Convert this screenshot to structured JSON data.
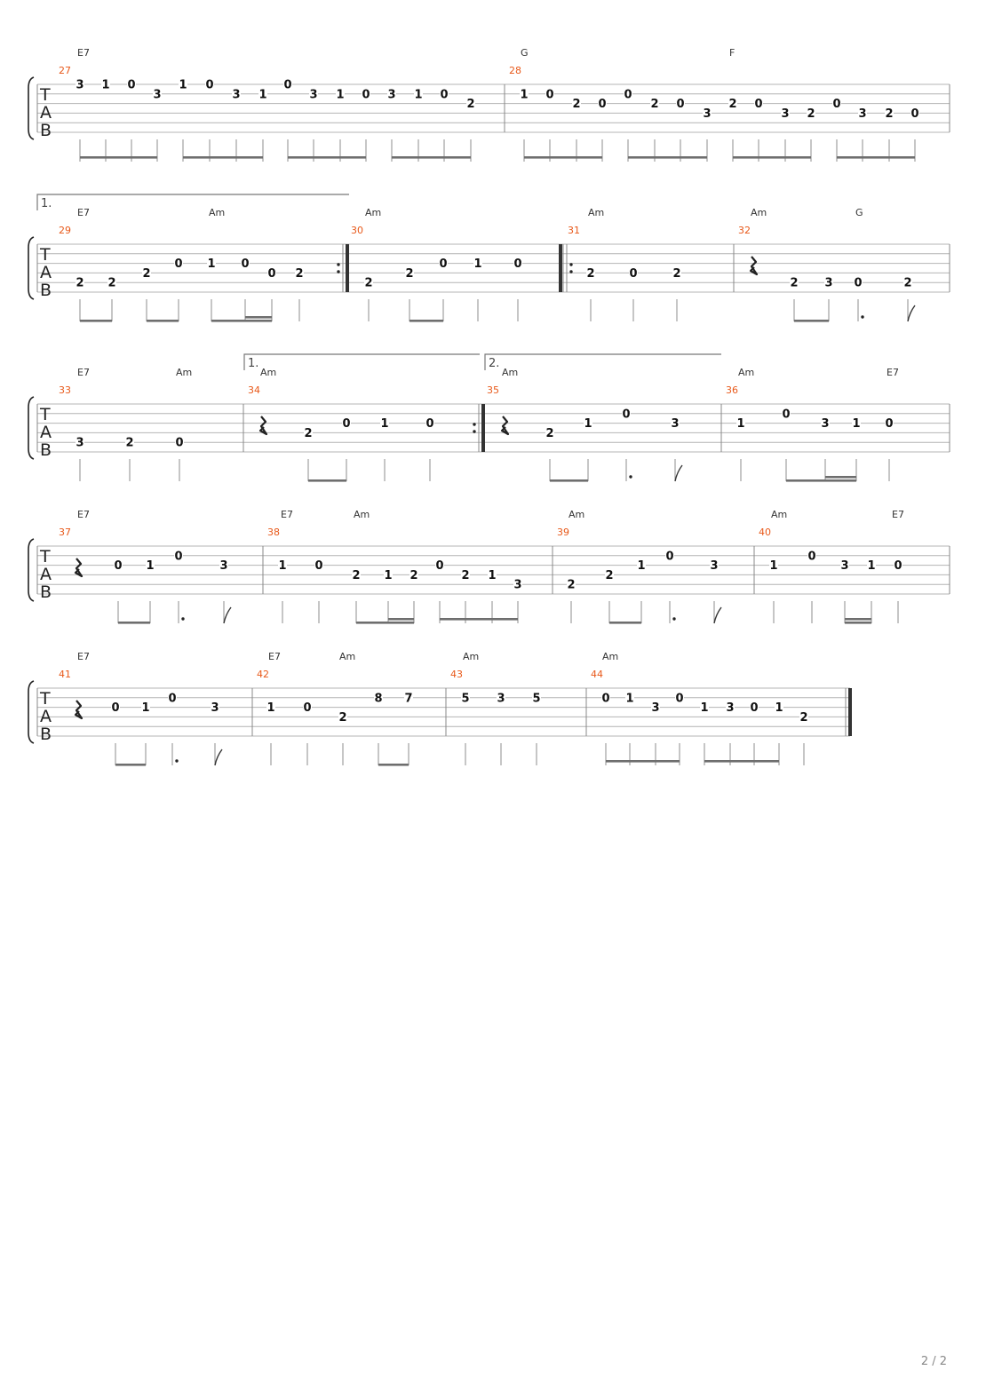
{
  "page": {
    "page_number": "2 / 2"
  },
  "tab_letters": [
    "T",
    "A",
    "B"
  ],
  "colors": {
    "staff_line": "#b4b4b4",
    "stem": "#8c8c8c",
    "beam": "#6e6e6e",
    "barline": "#888888",
    "fret_text": "#111111",
    "measure_number": "#e8591a",
    "chord_text": "#333333"
  },
  "systems": [
    {
      "measures": [
        {
          "number": "27",
          "notes": [
            {
              "fret": "3",
              "string": 1
            },
            {
              "fret": "1",
              "string": 1
            },
            {
              "fret": "0",
              "string": 1
            },
            {
              "fret": "3",
              "string": 2
            },
            {
              "fret": "1",
              "string": 1
            },
            {
              "fret": "0",
              "string": 1
            },
            {
              "fret": "3",
              "string": 2
            },
            {
              "fret": "1",
              "string": 2
            },
            {
              "fret": "0",
              "string": 1
            },
            {
              "fret": "3",
              "string": 2
            },
            {
              "fret": "1",
              "string": 2
            },
            {
              "fret": "0",
              "string": 2
            },
            {
              "fret": "3",
              "string": 2
            },
            {
              "fret": "1",
              "string": 2
            },
            {
              "fret": "0",
              "string": 2
            },
            {
              "fret": "2",
              "string": 3
            }
          ]
        },
        {
          "number": "28",
          "notes": [
            {
              "fret": "1",
              "string": 2
            },
            {
              "fret": "0",
              "string": 2
            },
            {
              "fret": "2",
              "string": 3
            },
            {
              "fret": "0",
              "string": 3
            },
            {
              "fret": "0",
              "string": 2
            },
            {
              "fret": "2",
              "string": 3
            },
            {
              "fret": "0",
              "string": 3
            },
            {
              "fret": "3",
              "string": 4
            },
            {
              "fret": "2",
              "string": 3
            },
            {
              "fret": "0",
              "string": 3
            },
            {
              "fret": "3",
              "string": 4
            },
            {
              "fret": "2",
              "string": 4
            },
            {
              "fret": "0",
              "string": 3
            },
            {
              "fret": "3",
              "string": 4
            },
            {
              "fret": "2",
              "string": 4
            },
            {
              "fret": "0",
              "string": 4
            }
          ]
        }
      ],
      "chords": [
        {
          "name": "E7"
        },
        {
          "name": "G"
        },
        {
          "name": "F"
        }
      ],
      "volta": []
    },
    {
      "measures": [
        {
          "number": "29",
          "notes": [
            {
              "fret": "2",
              "string": 5
            },
            {
              "fret": "2",
              "string": 5
            },
            {
              "fret": "2",
              "string": 4
            },
            {
              "fret": "0",
              "string": 3
            },
            {
              "fret": "1",
              "string": 3
            },
            {
              "fret": "0",
              "string": 3
            },
            {
              "fret": "0",
              "string": 4
            },
            {
              "fret": "2",
              "string": 4
            }
          ]
        },
        {
          "number": "30",
          "notes": [
            {
              "fret": "2",
              "string": 5
            },
            {
              "fret": "2",
              "string": 4
            },
            {
              "fret": "0",
              "string": 3
            },
            {
              "fret": "1",
              "string": 3
            },
            {
              "fret": "0",
              "string": 3
            }
          ]
        },
        {
          "number": "31",
          "notes": [
            {
              "fret": "2",
              "string": 4
            },
            {
              "fret": "0",
              "string": 4
            },
            {
              "fret": "2",
              "string": 4
            }
          ]
        },
        {
          "number": "32",
          "notes": [
            {
              "fret": "2",
              "string": 5
            },
            {
              "fret": "3",
              "string": 5
            },
            {
              "fret": "0",
              "string": 5
            },
            {
              "fret": "2",
              "string": 5
            }
          ]
        }
      ],
      "chords": [
        {
          "name": "E7"
        },
        {
          "name": "Am"
        },
        {
          "name": "Am"
        },
        {
          "name": "Am"
        },
        {
          "name": "Am"
        },
        {
          "name": "G"
        }
      ],
      "volta": [
        {
          "label": "1."
        }
      ]
    },
    {
      "measures": [
        {
          "number": "33",
          "notes": [
            {
              "fret": "3",
              "string": 5
            },
            {
              "fret": "2",
              "string": 5
            },
            {
              "fret": "0",
              "string": 5
            }
          ]
        },
        {
          "number": "34",
          "notes": [
            {
              "fret": "2",
              "string": 4
            },
            {
              "fret": "0",
              "string": 3
            },
            {
              "fret": "1",
              "string": 3
            },
            {
              "fret": "0",
              "string": 3
            }
          ]
        },
        {
          "number": "35",
          "notes": [
            {
              "fret": "2",
              "string": 4
            },
            {
              "fret": "1",
              "string": 3
            },
            {
              "fret": "0",
              "string": 2
            },
            {
              "fret": "3",
              "string": 3
            }
          ]
        },
        {
          "number": "36",
          "notes": [
            {
              "fret": "1",
              "string": 3
            },
            {
              "fret": "0",
              "string": 2
            },
            {
              "fret": "3",
              "string": 3
            },
            {
              "fret": "1",
              "string": 3
            },
            {
              "fret": "0",
              "string": 3
            }
          ]
        }
      ],
      "chords": [
        {
          "name": "E7"
        },
        {
          "name": "Am"
        },
        {
          "name": "Am"
        },
        {
          "name": "Am"
        },
        {
          "name": "Am"
        },
        {
          "name": "E7"
        }
      ],
      "volta": [
        {
          "label": "1."
        },
        {
          "label": "2."
        }
      ]
    },
    {
      "measures": [
        {
          "number": "37",
          "notes": [
            {
              "fret": "0",
              "string": 3
            },
            {
              "fret": "1",
              "string": 3
            },
            {
              "fret": "0",
              "string": 2
            },
            {
              "fret": "3",
              "string": 3
            }
          ]
        },
        {
          "number": "38",
          "notes": [
            {
              "fret": "1",
              "string": 3
            },
            {
              "fret": "0",
              "string": 3
            },
            {
              "fret": "2",
              "string": 4
            },
            {
              "fret": "1",
              "string": 4
            },
            {
              "fret": "2",
              "string": 4
            },
            {
              "fret": "0",
              "string": 3
            },
            {
              "fret": "2",
              "string": 4
            },
            {
              "fret": "1",
              "string": 4
            },
            {
              "fret": "3",
              "string": 5
            }
          ]
        },
        {
          "number": "39",
          "notes": [
            {
              "fret": "2",
              "string": 5
            },
            {
              "fret": "2",
              "string": 4
            },
            {
              "fret": "1",
              "string": 3
            },
            {
              "fret": "0",
              "string": 2
            },
            {
              "fret": "3",
              "string": 3
            }
          ]
        },
        {
          "number": "40",
          "notes": [
            {
              "fret": "1",
              "string": 3
            },
            {
              "fret": "0",
              "string": 2
            },
            {
              "fret": "3",
              "string": 3
            },
            {
              "fret": "1",
              "string": 3
            },
            {
              "fret": "0",
              "string": 3
            }
          ]
        }
      ],
      "chords": [
        {
          "name": "E7"
        },
        {
          "name": "E7"
        },
        {
          "name": "Am"
        },
        {
          "name": "Am"
        },
        {
          "name": "Am"
        },
        {
          "name": "E7"
        }
      ],
      "volta": []
    },
    {
      "measures": [
        {
          "number": "41",
          "notes": [
            {
              "fret": "0",
              "string": 3
            },
            {
              "fret": "1",
              "string": 3
            },
            {
              "fret": "0",
              "string": 2
            },
            {
              "fret": "3",
              "string": 3
            }
          ]
        },
        {
          "number": "42",
          "notes": [
            {
              "fret": "1",
              "string": 3
            },
            {
              "fret": "0",
              "string": 3
            },
            {
              "fret": "2",
              "string": 4
            },
            {
              "fret": "8",
              "string": 2
            },
            {
              "fret": "7",
              "string": 2
            }
          ]
        },
        {
          "number": "43",
          "notes": [
            {
              "fret": "5",
              "string": 2
            },
            {
              "fret": "3",
              "string": 2
            },
            {
              "fret": "5",
              "string": 2
            }
          ]
        },
        {
          "number": "44",
          "notes": [
            {
              "fret": "0",
              "string": 2
            },
            {
              "fret": "1",
              "string": 2
            },
            {
              "fret": "3",
              "string": 3
            },
            {
              "fret": "0",
              "string": 2
            },
            {
              "fret": "1",
              "string": 3
            },
            {
              "fret": "3",
              "string": 3
            },
            {
              "fret": "0",
              "string": 3
            },
            {
              "fret": "1",
              "string": 3
            },
            {
              "fret": "2",
              "string": 4
            }
          ]
        }
      ],
      "chords": [
        {
          "name": "E7"
        },
        {
          "name": "E7"
        },
        {
          "name": "Am"
        },
        {
          "name": "Am"
        },
        {
          "name": "Am"
        }
      ],
      "volta": []
    }
  ]
}
